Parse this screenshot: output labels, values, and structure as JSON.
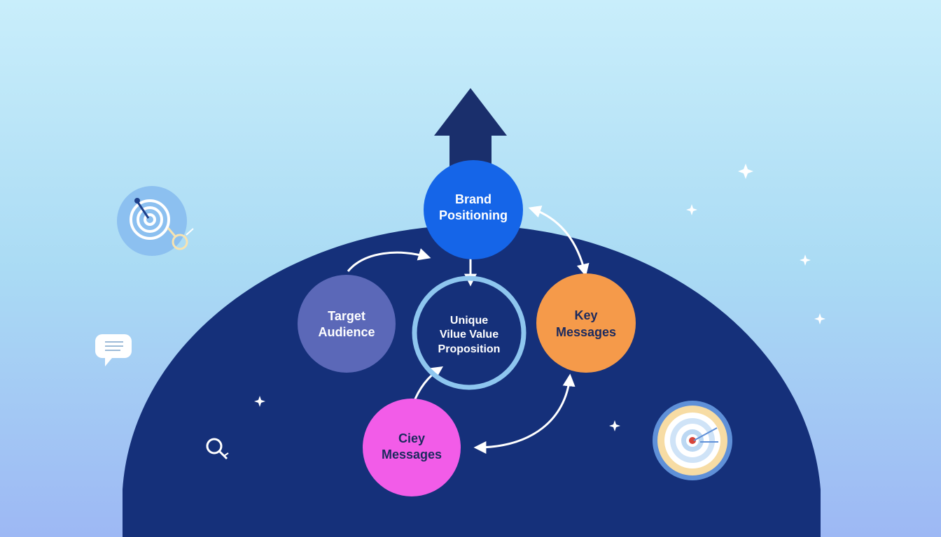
{
  "diagram": {
    "nodes": {
      "brand_positioning": {
        "lines": [
          "Brand",
          "Positioning"
        ],
        "color": "#1565e8",
        "text_color": "#ffffff"
      },
      "target_audience": {
        "lines": [
          "Target",
          "Audience"
        ],
        "color": "#5b68b8",
        "text_color": "#ffffff"
      },
      "unique_value": {
        "lines": [
          "Unique",
          "Vilue Value",
          "Proposition"
        ],
        "ring_color": "#8ec6ef",
        "text_color": "#ffffff"
      },
      "key_messages": {
        "lines": [
          "Key",
          "Messages"
        ],
        "color": "#f59a4a",
        "text_color": "#1b2a5e"
      },
      "ciey_messages": {
        "lines": [
          "Ciey",
          "Messages"
        ],
        "color": "#f25ce8",
        "text_color": "#1b2a5e"
      }
    },
    "icons": [
      "target-key-icon",
      "chat-bubble-icon",
      "bullseye-target-icon",
      "magnifier-key-icon",
      "sparkle-icon",
      "up-arrow-icon"
    ]
  },
  "colors": {
    "background_top": "#c7ecfa",
    "background_bottom": "#9ab7f4",
    "dome": "#15307a",
    "arrow_up": "#1a2f6c",
    "connector": "#ffffff"
  }
}
